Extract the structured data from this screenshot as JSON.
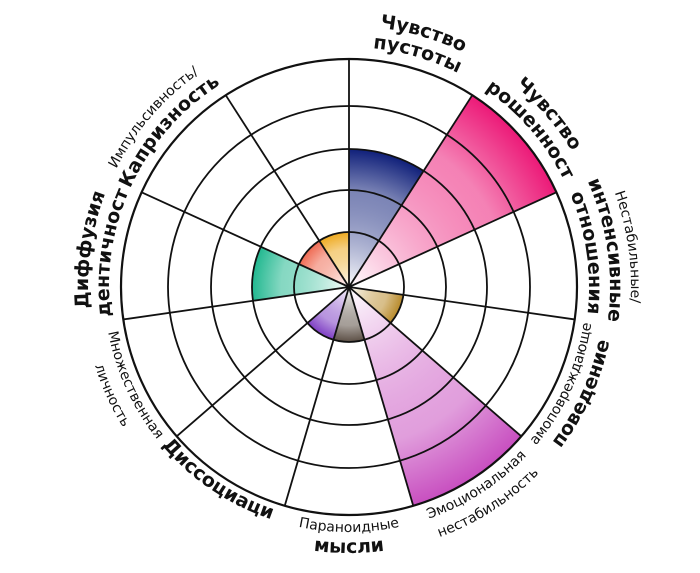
{
  "chart_data": {
    "type": "polar-area",
    "max": 5,
    "categories": [
      {
        "lines": [
          {
            "text": "Чувство",
            "bold": true
          },
          {
            "text": "пустоты",
            "bold": true
          }
        ],
        "value": 3,
        "color": "#10207a"
      },
      {
        "lines": [
          {
            "text": "Чувство",
            "bold": true
          },
          {
            "text": "брошенности",
            "bold": true
          }
        ],
        "value": 5,
        "color": "#ec1a78"
      },
      {
        "lines": [
          {
            "text": "Нестабильные/",
            "bold": false
          },
          {
            "text": "интенсивные",
            "bold": true
          },
          {
            "text": "отношения",
            "bold": true
          }
        ],
        "value": 0,
        "color": "#cccccc"
      },
      {
        "lines": [
          {
            "text": "Самоповреждающее",
            "bold": false
          },
          {
            "text": "поведение",
            "bold": true
          }
        ],
        "value": 1,
        "color": "#b88a2a"
      },
      {
        "lines": [
          {
            "text": "Эмоциональная",
            "bold": false
          },
          {
            "text": "нестабильность",
            "bold": false
          }
        ],
        "value": 5,
        "color": "#c84fc0"
      },
      {
        "lines": [
          {
            "text": "Параноидные",
            "bold": false
          },
          {
            "text": "мысли",
            "bold": true
          }
        ],
        "value": 1,
        "color": "#5c4f45"
      },
      {
        "lines": [
          {
            "text": "Диссоциация",
            "bold": true
          }
        ],
        "value": 1,
        "color": "#7e3ec4"
      },
      {
        "lines": [
          {
            "text": "Множественная",
            "bold": false
          },
          {
            "text": "личность",
            "bold": false
          }
        ],
        "value": 0,
        "color": "#cccccc"
      },
      {
        "lines": [
          {
            "text": "Диффузия",
            "bold": true
          },
          {
            "text": "идентичности",
            "bold": true
          }
        ],
        "value": 2,
        "color": "#22b890"
      },
      {
        "lines": [
          {
            "text": "Импульсивность/",
            "bold": false
          },
          {
            "text": "Капризность",
            "bold": true
          }
        ],
        "value": 1,
        "color": "#ef6a52"
      },
      {
        "lines": [
          {
            "text": "",
            "bold": false
          }
        ],
        "value": 1,
        "color": "#eeaa20"
      }
    ]
  }
}
